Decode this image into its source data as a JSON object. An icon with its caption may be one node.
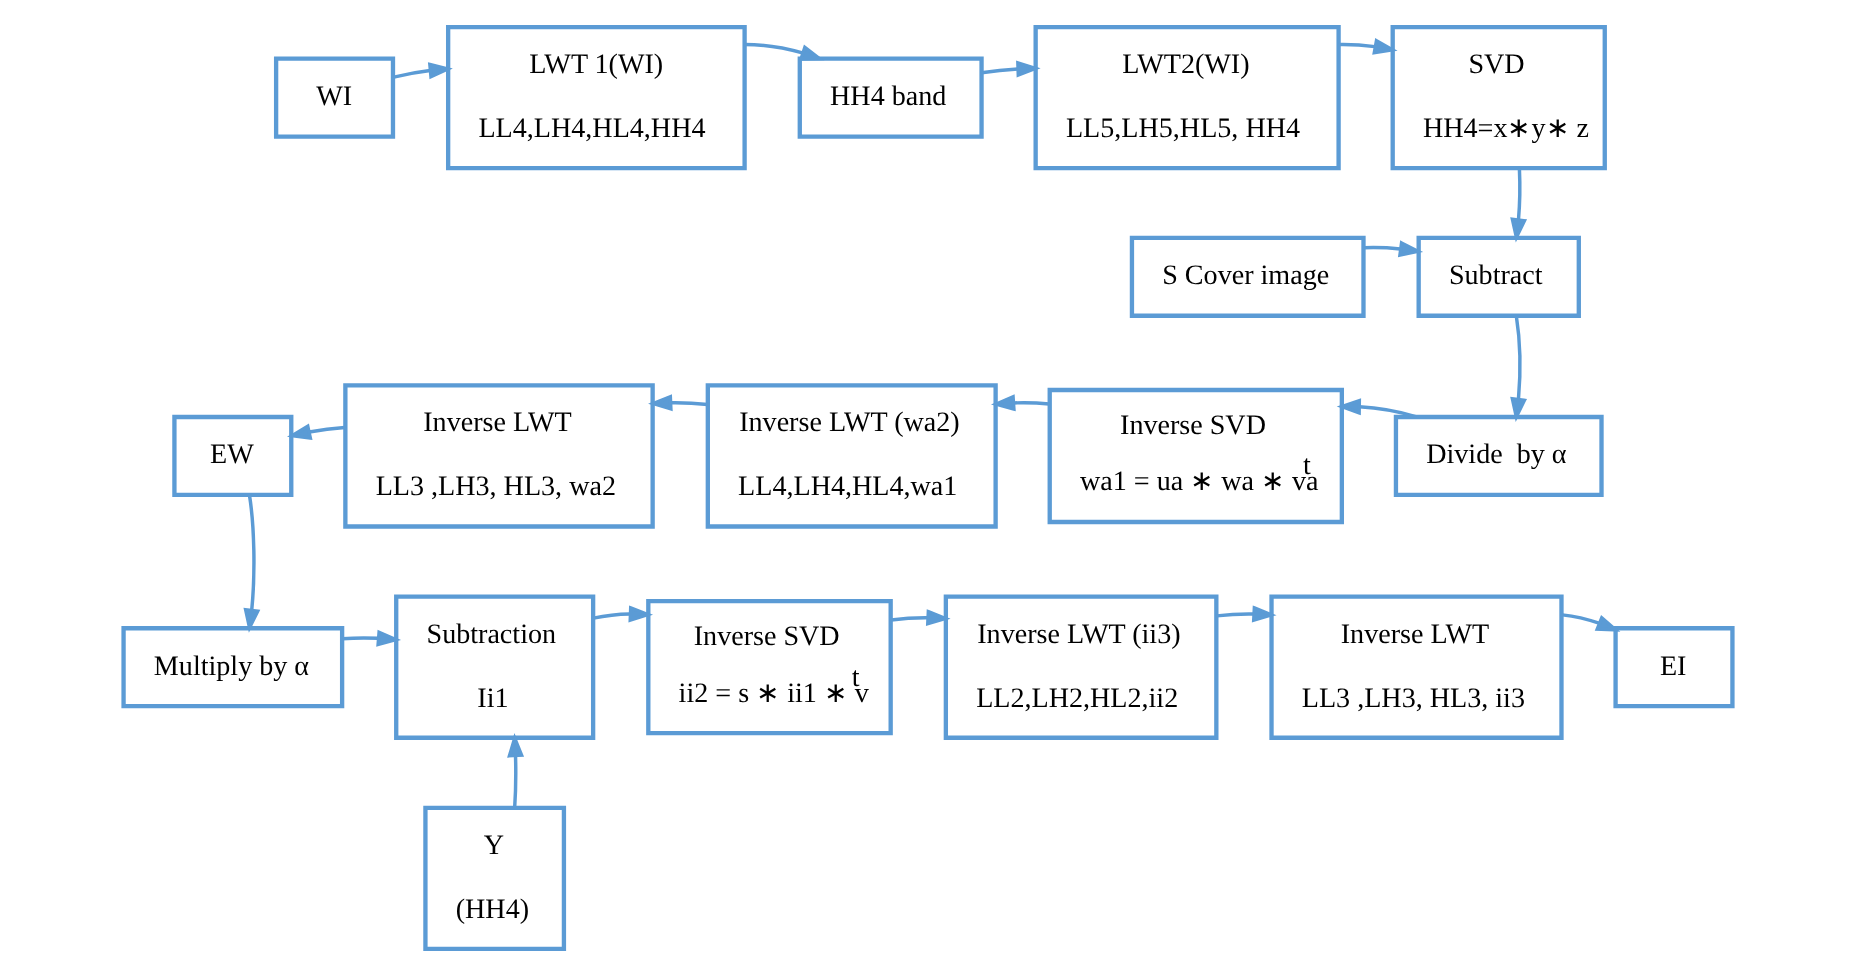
{
  "diagram": {
    "nodes": [
      {
        "text": [
          "WI"
        ]
      },
      {
        "text": [
          "LWT 1(WI)",
          "LL4,LH4,HL4,HH4"
        ]
      },
      {
        "text": [
          "HH4 band"
        ]
      },
      {
        "text": [
          "LWT2(WI)",
          "LL5,LH5,HL5, HH4"
        ]
      },
      {
        "text": [
          "SVD",
          "HH4=x∗y∗ z"
        ]
      },
      {
        "text": [
          "S Cover image"
        ]
      },
      {
        "text": [
          "Subtract"
        ]
      },
      {
        "text": [
          "Divide  by α"
        ]
      },
      {
        "text": [
          "Inverse SVD",
          "wa1 = ua ∗ wa ∗ va$^{t}$"
        ]
      },
      {
        "text": [
          "Inverse LWT (wa2)",
          "LL4,LH4,HL4,wa1"
        ]
      },
      {
        "text": [
          "Inverse LWT",
          "LL3 ,LH3, HL3, wa2"
        ]
      },
      {
        "text": [
          "EW"
        ]
      },
      {
        "text": [
          "Multiply by α"
        ]
      },
      {
        "text": [
          "Subtraction",
          "Ii1"
        ]
      },
      {
        "text": [
          "Y",
          "(HH4)"
        ]
      },
      {
        "text": [
          "Inverse SVD",
          "ii2 = s ∗ ii1 ∗ v$^{t}$"
        ]
      },
      {
        "text": [
          "Inverse LWT (ii3)",
          "LL2,LH2,HL2,ii2"
        ]
      },
      {
        "text": [
          "Inverse LWT",
          "LL3 ,LH3, HL3, ii3"
        ]
      },
      {
        "text": [
          "EI"
        ]
      }
    ],
    "edges": [
      {
        "from": 0,
        "to": 1,
        "arrow": "to"
      },
      {
        "from": 1,
        "to": 2,
        "arrow": "to"
      },
      {
        "from": 2,
        "to": 3,
        "arrow": "to"
      },
      {
        "from": 3,
        "to": 4,
        "arrow": "to"
      },
      {
        "from": 4,
        "to": 6,
        "arrow": "to"
      },
      {
        "from": 5,
        "to": 6,
        "arrow": "to"
      },
      {
        "from": 6,
        "to": 7,
        "arrow": "to"
      },
      {
        "from": 7,
        "to": 8,
        "arrow": "to"
      },
      {
        "from": 8,
        "to": 9,
        "arrow": "to"
      },
      {
        "from": 9,
        "to": 10,
        "arrow": "to"
      },
      {
        "from": 10,
        "to": 11,
        "arrow": "to"
      },
      {
        "from": 11,
        "to": 12,
        "arrow": "to"
      },
      {
        "from": 12,
        "to": 13,
        "arrow": "to"
      },
      {
        "from": 14,
        "to": 13,
        "arrow": "to"
      },
      {
        "from": 13,
        "to": 15,
        "arrow": "to"
      },
      {
        "from": 15,
        "to": 16,
        "arrow": "to"
      },
      {
        "from": 16,
        "to": 17,
        "arrow": "to"
      },
      {
        "from": 17,
        "to": 18,
        "arrow": "to"
      }
    ]
  }
}
